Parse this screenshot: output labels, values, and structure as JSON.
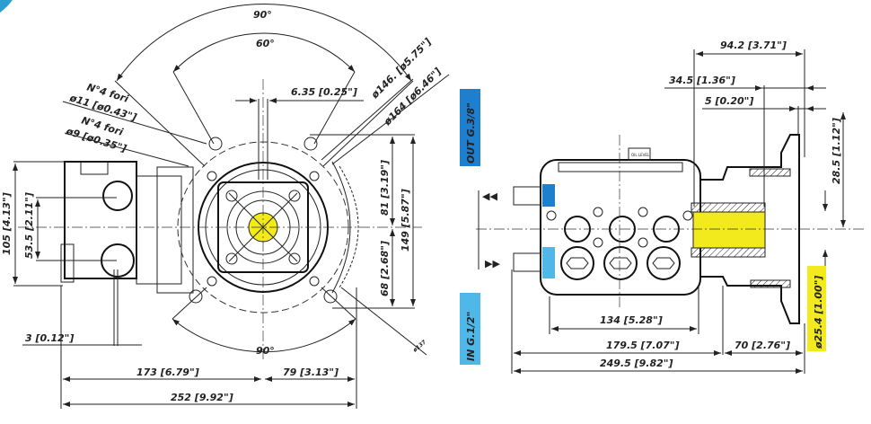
{
  "colors": {
    "out_box": "#1f7fcf",
    "in_box": "#4fb8e8",
    "shaft": "#f2ea1c",
    "corner": "#2a9fd0"
  },
  "front_view": {
    "angle_top_outer": "90°",
    "angle_top_inner": "60°",
    "angle_bottom": "90°",
    "key_width": "6.35 [0.25\"]",
    "dia_146": "ø146. [ø5.75\"]",
    "dia_164": "ø164 [ø6.46\"]",
    "holes_11_line1": "N°4 fori",
    "holes_11_line2": "ø11 [ø0.43\"]",
    "holes_9_line1": "N°4 fori",
    "holes_9_line2": "ø9 [ø0.35\"]",
    "h_105": "105 [4.13\"]",
    "h_53_5": "53.5 [2.11\"]",
    "h_81": "81 [3.19\"]",
    "h_149": "149 [5.87\"]",
    "h_68": "68 [2.68\"]",
    "w_3": "3 [0.12\"]",
    "w_173": "173 [6.79\"]",
    "w_79": "79 [3.13\"]",
    "w_252": "252 [9.92\"]",
    "dia_137": "ø137"
  },
  "side_view": {
    "w_94_2": "94.2 [3.71\"]",
    "w_34_5": "34.5 [1.36\"]",
    "w_5": "5 [0.20\"]",
    "h_28_5": "28.5 [1.12\"]",
    "out_label": "OUT   G.3/8\"",
    "in_label": "IN   G.1/2\"",
    "w_134": "134 [5.28\"]",
    "w_179_5": "179.5 [7.07\"]",
    "w_70": "70 [2.76\"]",
    "w_249_5": "249.5 [9.82\"]",
    "shaft_dia": "ø25.4 [1.00\"]",
    "oil_cap": "OIL LEVEL"
  }
}
